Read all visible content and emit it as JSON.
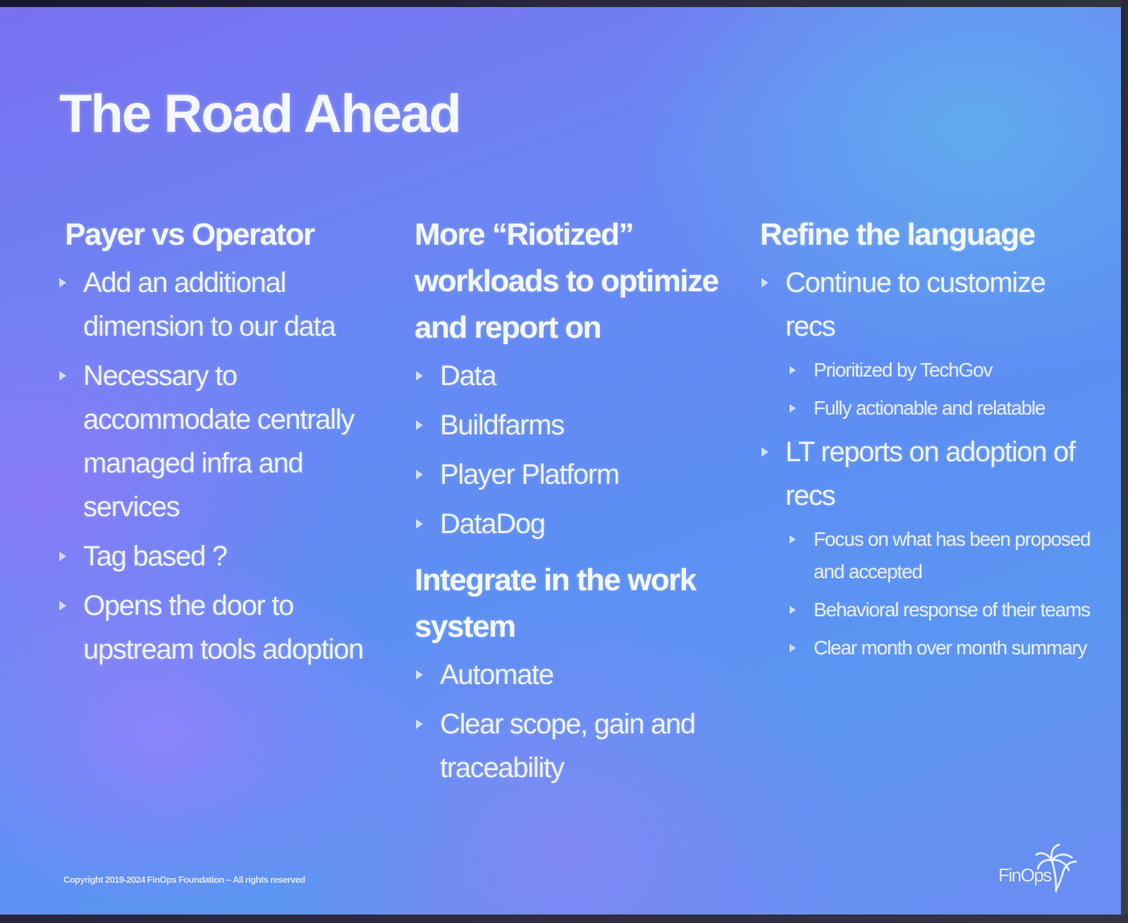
{
  "slide": {
    "title": "The Road Ahead",
    "columns": [
      {
        "heading": "Payer vs Operator",
        "bullets": [
          "Add an additional dimension to our data",
          "Necessary to accommodate centrally managed infra and services",
          "Tag based ?",
          "Opens the door to upstream tools adoption"
        ]
      },
      {
        "heading": "More “Riotized” workloads to optimize and report on",
        "bullets": [
          "Data",
          "Buildfarms",
          "Player Platform",
          "DataDog"
        ],
        "heading2": "Integrate in the work system",
        "bullets2": [
          "Automate",
          "Clear scope, gain and traceability"
        ]
      },
      {
        "heading": "Refine the language",
        "bullet1": "Continue to customize recs",
        "sub1": [
          "Prioritized by TechGov",
          "Fully actionable and relatable"
        ],
        "bullet2": "LT reports on adoption of recs",
        "sub2": [
          "Focus on what has been proposed and accepted",
          "Behavioral response of their teams",
          "Clear month over month summary"
        ]
      }
    ],
    "copyright": "Copyright 2019-2024 FinOps Foundation – All rights reserved",
    "logo_text": "FinOps",
    "logo_icon": "palm-tree-icon",
    "colors": {
      "background_start": "#7a6ff0",
      "background_mid": "#5d8ef3",
      "background_end": "#6c8cf3",
      "text": "#f4f8ff"
    }
  }
}
